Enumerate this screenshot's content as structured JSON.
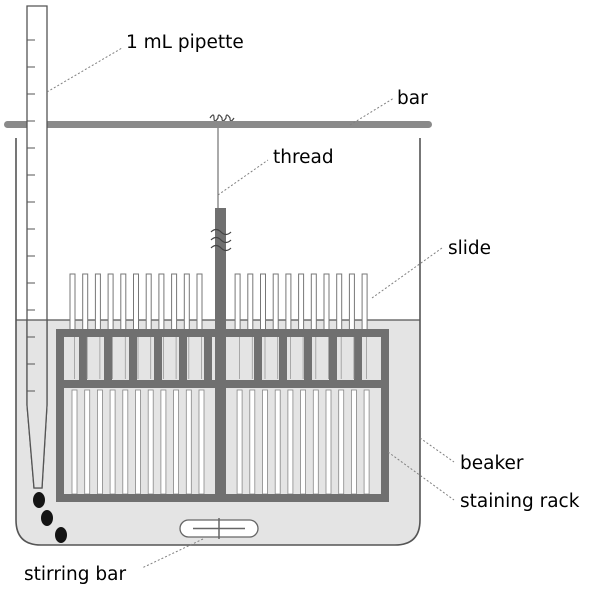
{
  "labels": {
    "pipette": "1 mL pipette",
    "bar": "bar",
    "thread": "thread",
    "slide": "slide",
    "beaker": "beaker",
    "staining_rack": "staining rack",
    "stirring_bar": "stirring bar"
  },
  "colors": {
    "liquid": "#e4e4e4",
    "rack": "#707070",
    "outline": "#555555",
    "drops": "#141414"
  }
}
